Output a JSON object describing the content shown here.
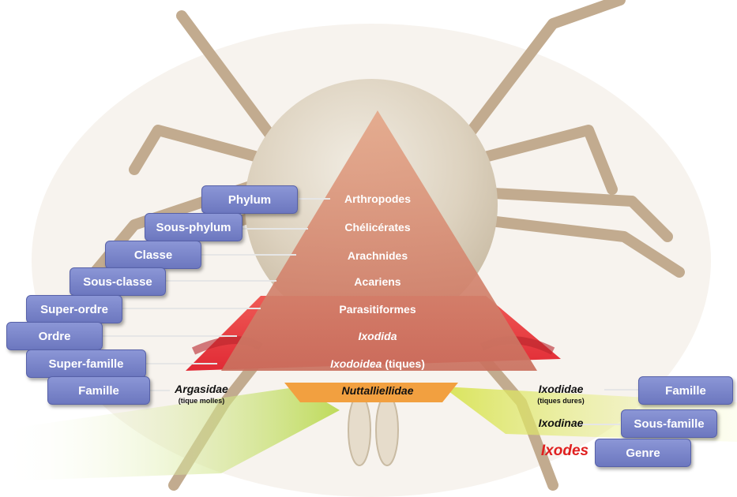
{
  "ranks_left": [
    "Phylum",
    "Sous-phylum",
    "Classe",
    "Sous-classe",
    "Super-ordre",
    "Ordre",
    "Super-famille",
    "Famille"
  ],
  "taxa_center": {
    "arthropodes": "Arthropodes",
    "chelicerates": "Chélicérates",
    "arachnides": "Arachnides",
    "acariens": "Acariens",
    "parasitiformes": "Parasitiformes",
    "ixodida": "Ixodida",
    "ixodoidea": "Ixodoidea",
    "ixodoidea_suffix": " (tiques)",
    "nuttalliellidae": "Nuttalliellidae"
  },
  "left_family": {
    "name": "Argasidae",
    "note": "(tique molles)"
  },
  "right_family": {
    "name": "Ixodidae",
    "note": "(tiques dures)"
  },
  "right_subfamily": "Ixodinae",
  "genus": "Ixodes",
  "ranks_right": [
    "Famille",
    "Sous-famille",
    "Genre"
  ],
  "colors": {
    "rank_box": "#7580c8",
    "pyramid": "#d9836a",
    "red_band": "#e8303a",
    "genus_text": "#e02020",
    "tick_body": "#c2ab8f"
  }
}
